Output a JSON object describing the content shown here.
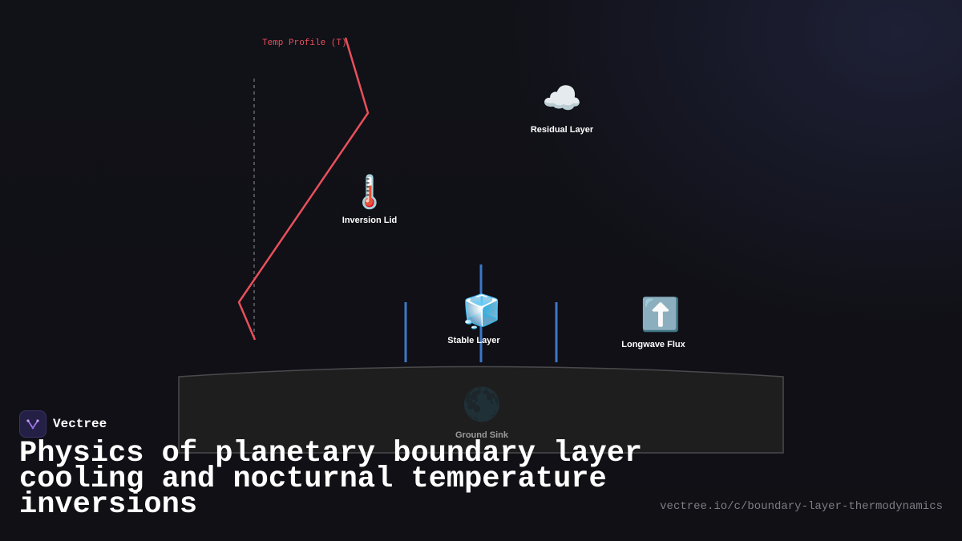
{
  "diagram": {
    "curve_label": "Temp Profile (T)",
    "nodes": {
      "residual": {
        "icon": "☁️",
        "label": "Residual Layer"
      },
      "inversion": {
        "icon": "🌡️",
        "label": "Inversion Lid"
      },
      "stable": {
        "icon": "🧊",
        "label": "Stable Layer"
      },
      "flux": {
        "icon": "⬆️",
        "label": "Longwave Flux"
      },
      "ground": {
        "icon": "🌑",
        "label": "Ground Sink"
      }
    },
    "colors": {
      "temp_profile": "#e8505b",
      "flux_bars": "#3c78c8",
      "ground": "#1e1e1f"
    }
  },
  "brand": {
    "name": "Vectree"
  },
  "title": "Physics of planetary boundary layer cooling and nocturnal temperature inversions",
  "url": "vectree.io/c/boundary-layer-thermodynamics"
}
